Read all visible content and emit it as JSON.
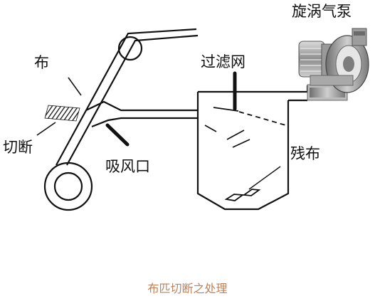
{
  "diagram": {
    "labels": {
      "pump": "旋涡气泵",
      "cloth": "布",
      "filter": "过滤网",
      "cutter": "切断",
      "suction": "吸风口",
      "scrap": "残布"
    },
    "caption": "布匹切断之处理"
  },
  "colors": {
    "line": "#111111",
    "caption": "#b9835c",
    "pump_body": "#8c8c8c"
  }
}
